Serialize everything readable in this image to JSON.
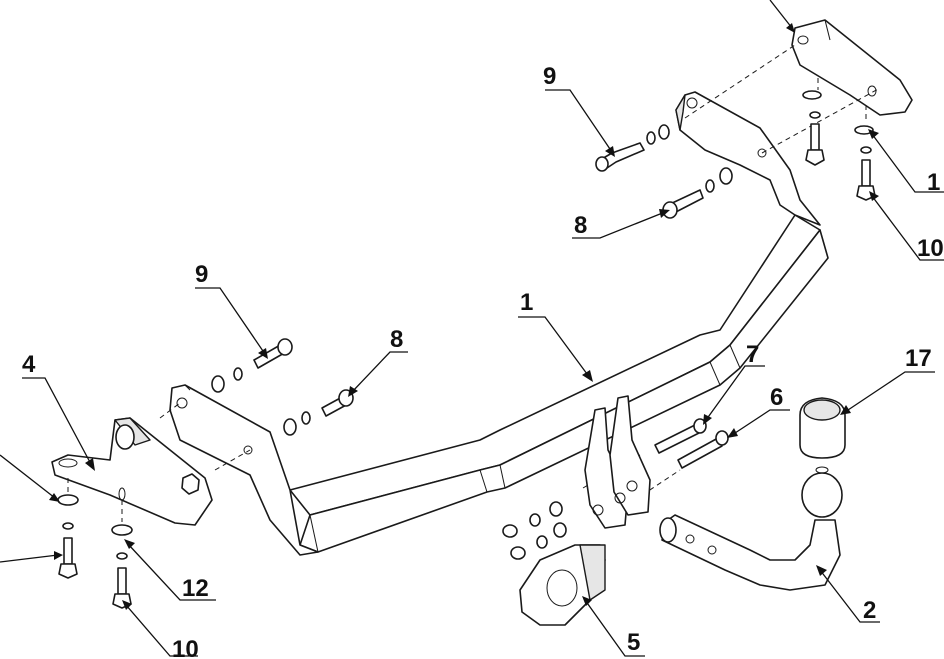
{
  "callouts": [
    {
      "id": "c1",
      "text": "1"
    },
    {
      "id": "c2",
      "text": "2"
    },
    {
      "id": "c4",
      "text": "4"
    },
    {
      "id": "c5",
      "text": "5"
    },
    {
      "id": "c6",
      "text": "6"
    },
    {
      "id": "c7",
      "text": "7"
    },
    {
      "id": "c8a",
      "text": "8"
    },
    {
      "id": "c8b",
      "text": "8"
    },
    {
      "id": "c9a",
      "text": "9"
    },
    {
      "id": "c9b",
      "text": "9"
    },
    {
      "id": "c10a",
      "text": "10"
    },
    {
      "id": "c10b",
      "text": "10"
    },
    {
      "id": "c12a",
      "text": "12"
    },
    {
      "id": "c12b",
      "text": "1"
    },
    {
      "id": "c17",
      "text": "17"
    }
  ],
  "colors": {
    "line": "#1a1a1a",
    "fill": "#ffffff",
    "shade": "#e6e6e6"
  }
}
